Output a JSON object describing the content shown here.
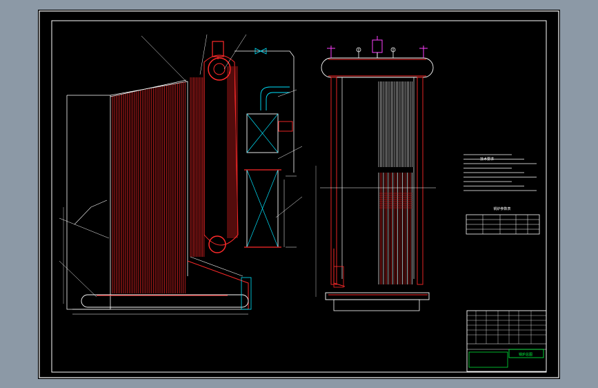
{
  "colors": {
    "background": "#8c99a6",
    "sheet": "#000000",
    "frame": "#ffffff",
    "tube": "#d02020",
    "bright_red": "#ff2a2a",
    "cyan": "#00e5ff",
    "magenta": "#ff40ff",
    "green": "#00ff40"
  },
  "drawing": {
    "tech_notes_title": "技术要求",
    "spec_table_title": "锅炉参数表",
    "title_block_label": "锅炉总图"
  },
  "icons": [
    "drum-icon",
    "valve-icon",
    "safety-valve-icon",
    "fan-icon"
  ]
}
